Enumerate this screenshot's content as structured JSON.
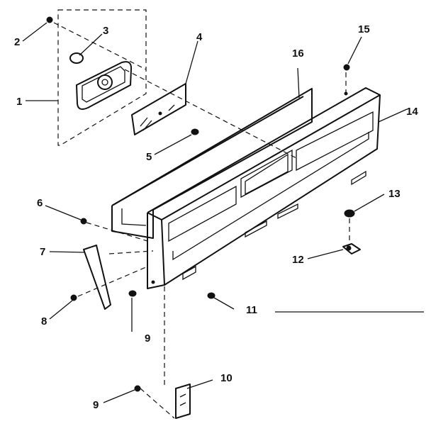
{
  "diagram": {
    "callouts": [
      {
        "id": "c1",
        "text": "1"
      },
      {
        "id": "c2",
        "text": "2"
      },
      {
        "id": "c3",
        "text": "3"
      },
      {
        "id": "c4",
        "text": "4"
      },
      {
        "id": "c5",
        "text": "5"
      },
      {
        "id": "c6",
        "text": "6"
      },
      {
        "id": "c7",
        "text": "7"
      },
      {
        "id": "c8",
        "text": "8"
      },
      {
        "id": "c9a",
        "text": "9"
      },
      {
        "id": "c9b",
        "text": "9"
      },
      {
        "id": "c10",
        "text": "10"
      },
      {
        "id": "c11",
        "text": "11"
      },
      {
        "id": "c12",
        "text": "12"
      },
      {
        "id": "c13",
        "text": "13"
      },
      {
        "id": "c14",
        "text": "14"
      },
      {
        "id": "c15",
        "text": "15"
      },
      {
        "id": "c16",
        "text": "16"
      }
    ]
  }
}
